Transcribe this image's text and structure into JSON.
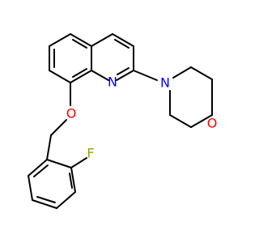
{
  "structure": {
    "atoms": {
      "quinoline_n": {
        "symbol": "N",
        "color": "#0000FF"
      },
      "morpholine_n": {
        "symbol": "N",
        "color": "#0000FF"
      },
      "morpholine_o": {
        "symbol": "O",
        "color": "#FF0000"
      },
      "ether_o": {
        "symbol": "O",
        "color": "#FF0000"
      },
      "fluorine": {
        "symbol": "F",
        "color": "#8FA600"
      }
    }
  }
}
